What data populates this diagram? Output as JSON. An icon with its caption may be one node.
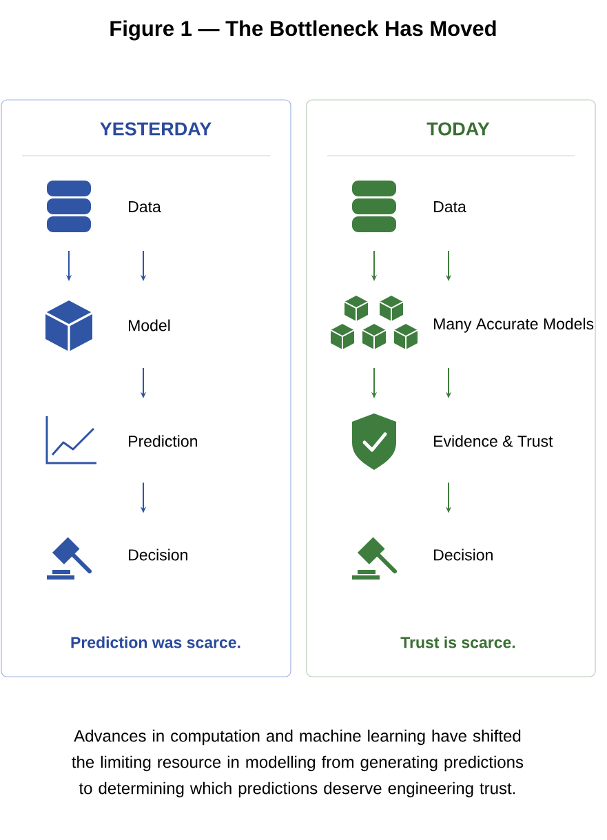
{
  "diagram": {
    "title": "Figure 1 — The Bottleneck Has Moved",
    "caption": "Advances in computation and machine learning have shifted the limiting resource in modelling from generating predictions to determining which predictions deserve engineering trust.",
    "nodes": [
      {
        "text": [
          "YESTERDAY",
          "Prediction was scarce."
        ]
      },
      {
        "text": [],
        "shape": "cylinder",
        "in": 0
      },
      {
        "text": [
          "Data"
        ],
        "in": 0
      },
      {
        "text": [],
        "shape": "cube",
        "in": 0
      },
      {
        "text": [
          "Model"
        ],
        "in": 0
      },
      {
        "text": [],
        "shape": "chart",
        "in": 0
      },
      {
        "text": [
          "Prediction"
        ],
        "in": 0
      },
      {
        "text": [],
        "shape": "gavel",
        "in": 0
      },
      {
        "text": [
          "Decision"
        ],
        "in": 0
      },
      {
        "text": [
          "TODAY",
          "Trust is scarce."
        ]
      },
      {
        "text": [],
        "shape": "cylinder",
        "in": 9
      },
      {
        "text": [
          "Data"
        ],
        "in": 9
      },
      {
        "text": [],
        "shape": "cubes",
        "in": 9
      },
      {
        "text": [
          "Many Accurate Models"
        ],
        "in": 9
      },
      {
        "text": [],
        "shape": "shield",
        "in": 9
      },
      {
        "text": [
          "Evidence & Trust"
        ],
        "in": 9
      },
      {
        "text": [],
        "shape": "gavel",
        "in": 9
      },
      {
        "text": [
          "Decision"
        ],
        "in": 9
      }
    ],
    "edges": [
      {
        "from": 1,
        "to": 3,
        "arrow": "to",
        "color": "#2f55a4"
      },
      {
        "from": 2,
        "to": 4,
        "arrow": "to",
        "color": "#2f55a4"
      },
      {
        "from": 4,
        "to": 6,
        "arrow": "to",
        "color": "#2f55a4"
      },
      {
        "from": 6,
        "to": 8,
        "arrow": "to",
        "color": "#2f55a4"
      },
      {
        "from": 10,
        "to": 12,
        "arrow": "to"
      },
      {
        "from": 11,
        "to": 13,
        "arrow": "to"
      },
      {
        "from": 12,
        "to": 14,
        "arrow": "to"
      },
      {
        "from": 13,
        "to": 15,
        "arrow": "to"
      },
      {
        "from": 15,
        "to": 17,
        "arrow": "to"
      }
    ]
  }
}
